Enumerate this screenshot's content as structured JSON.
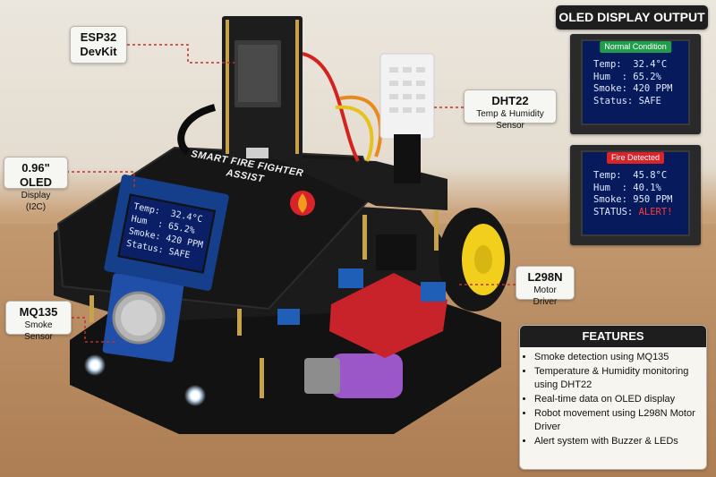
{
  "labels": {
    "esp32": {
      "line1": "ESP32",
      "line2": "DevKit"
    },
    "dht22": {
      "line1": "DHT22",
      "line2": "Temp & Humidity Sensor"
    },
    "oled": {
      "line1": "0.96\" OLED",
      "line2": "Display (I2C)"
    },
    "mq135": {
      "line1": "MQ135",
      "line2": "Smoke Sensor"
    },
    "l298n": {
      "line1": "L298N",
      "line2": "Motor Driver"
    }
  },
  "board_title": {
    "line1": "SMART FIRE FIGHTER",
    "line2": "ASSIST"
  },
  "onboard_oled": {
    "lines": [
      "Temp:  32.4°C",
      "Hum  : 65.2%",
      "Smoke: 420 PPM",
      "Status: SAFE"
    ]
  },
  "oled_output": {
    "title": "OLED DISPLAY OUTPUT",
    "normal": {
      "badge": "Normal Condition",
      "badge_color": "#1f9d4a",
      "lines": [
        "Temp:  32.4°C",
        "Hum  : 65.2%",
        "Smoke: 420 PPM",
        "Status: SAFE"
      ]
    },
    "fire": {
      "badge": "Fire Detected",
      "badge_color": "#d8232a",
      "lines": [
        "Temp:  45.8°C",
        "Hum  : 40.1%",
        "Smoke: 950 PPM"
      ],
      "status_label": "STATUS: ",
      "status_value": "ALERT!"
    }
  },
  "features": {
    "title": "FEATURES",
    "items": [
      "Smoke detection using MQ135",
      "Temperature & Humidity monitoring using DHT22",
      "Real-time data on OLED display",
      "Robot movement using L298N Motor Driver",
      "Alert system with Buzzer & LEDs"
    ]
  },
  "colors": {
    "leader_line": "#c0302a",
    "oled_screen": "#061a5c",
    "chassis": "#1a1a1a",
    "wheel": "#f2cf1c",
    "driver_board": "#c8232a"
  }
}
